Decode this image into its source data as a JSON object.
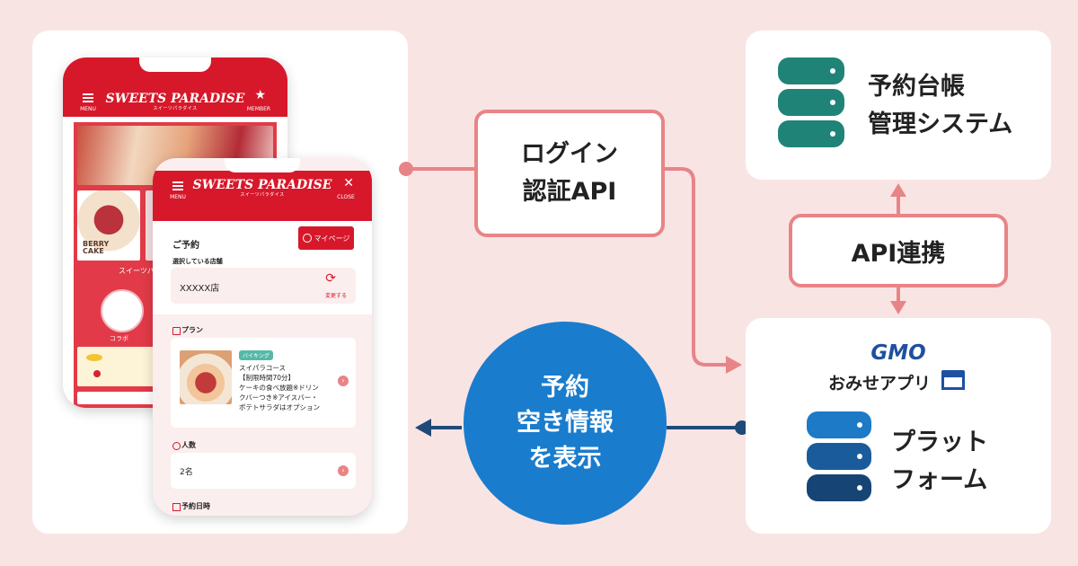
{
  "app_back": {
    "menu_label": "MENU",
    "member_label": "MEMBER",
    "brand": "SWEETS PARADISE",
    "brand_sub": "スイーツパラダイス",
    "section_label": "スイーツパ",
    "collab_label": "コラボ",
    "photo_text_1": "BERRY",
    "photo_text_2": "CAKE"
  },
  "app_front": {
    "menu_label": "MENU",
    "close_label": "CLOSE",
    "brand": "SWEETS PARADISE",
    "brand_sub": "スイーツパラダイス",
    "title": "ご予約",
    "mypage_button": "マイページ",
    "store_section": "選択している店舗",
    "store_name": "XXXXX店",
    "change_label": "変更する",
    "plan_section": "プラン",
    "plan_badge": "バイキング",
    "plan_lines": [
      "スイパラコース",
      "【制限時間70分】",
      "ケーキの食べ放題※ドリン",
      "クバーつき※アイスバー・",
      "ポテトサラダはオプション"
    ],
    "people_section": "人数",
    "people_value": "2名",
    "date_section": "予約日時"
  },
  "diagram": {
    "login_api": [
      "ログイン",
      "認証API"
    ],
    "reservation_system": [
      "予約台帳",
      "管理システム"
    ],
    "api_link": "API連携",
    "availability": [
      "予約",
      "空き情報",
      "を表示"
    ],
    "gmo_logo": "GMO",
    "gmo_app": "おみせアプリ",
    "platform": [
      "プラット",
      "フォーム"
    ]
  },
  "colors": {
    "background": "#f9e4e4",
    "brand_red": "#d7182a",
    "connector_pink": "#e88487",
    "connector_navy": "#1f4a78",
    "circle_blue": "#1a7ccd",
    "db_teal": "#1f8477",
    "db_blue": "#1c7ac6",
    "gmo_blue": "#1e50a2"
  },
  "icons": [
    "menu-icon",
    "star-icon",
    "close-icon",
    "user-icon",
    "refresh-icon",
    "chevron-right-icon",
    "database-icon",
    "shop-icon",
    "calendar-icon",
    "people-icon",
    "plan-icon"
  ]
}
